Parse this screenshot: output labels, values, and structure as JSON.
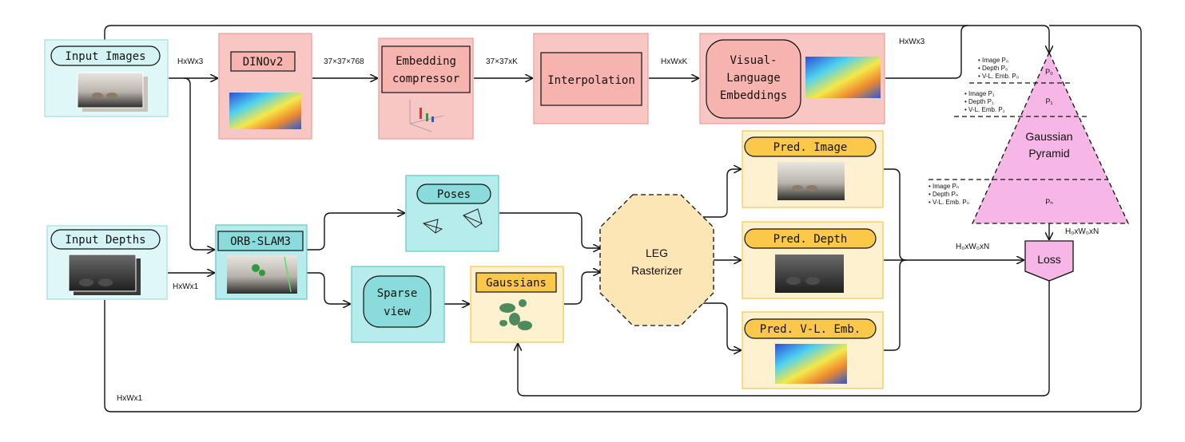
{
  "colors": {
    "teal_fill": "#e0f7f8",
    "teal_stroke": "#9fdfe2",
    "pink_fill": "#f9c7c3",
    "pink_stroke": "#ef9a94",
    "yellow_fill": "#fdf1cf",
    "yellow_stroke": "#f2c94c",
    "pyramid_fill": "#f6b7e6",
    "octagon_fill": "#fde6b5"
  },
  "nodes": {
    "input_images": "Input Images",
    "input_depths": "Input Depths",
    "dinov2": "DINOv2",
    "embedding_compressor": [
      "Embedding",
      "compressor"
    ],
    "interpolation": "Interpolation",
    "vl_embeddings": [
      "Visual-",
      "Language",
      "Embeddings"
    ],
    "orb_slam3": "ORB-SLAM3",
    "poses": "Poses",
    "sparse_view": [
      "Sparse",
      "view"
    ],
    "gaussians": "Gaussians",
    "rasterizer": [
      "LEG",
      "Rasterizer"
    ],
    "pred_image": "Pred. Image",
    "pred_depth": "Pred. Depth",
    "pred_vl": "Pred. V-L. Emb.",
    "pyramid": [
      "Gaussian",
      "Pyramid"
    ],
    "loss": "Loss"
  },
  "edges": {
    "hxwx3_a": "HxWx3",
    "hxwx3_b": "HxWx3",
    "dino_out": "37×37×768",
    "comp_out": "37×37xK",
    "interp_out": "HxWxK",
    "hxwx1_a": "HxWx1",
    "hxwx1_b": "HxWx1",
    "hwn_a": "H₀xW₀xN",
    "hwn_b": "H₀xW₀xN"
  },
  "pyramid_levels": {
    "p0": [
      "Image P₀",
      "Depth P₀",
      "V-L. Emb. P₀"
    ],
    "p1": [
      "Image P₁",
      "Depth P₁",
      "V-L. Emb. P₁"
    ],
    "pn": [
      "Image Pₙ",
      "Depth Pₙ",
      "V-L. Emb. Pₙ"
    ],
    "p0_label": "P₀",
    "p1_label": "P₁",
    "pn_label": "Pₙ"
  }
}
